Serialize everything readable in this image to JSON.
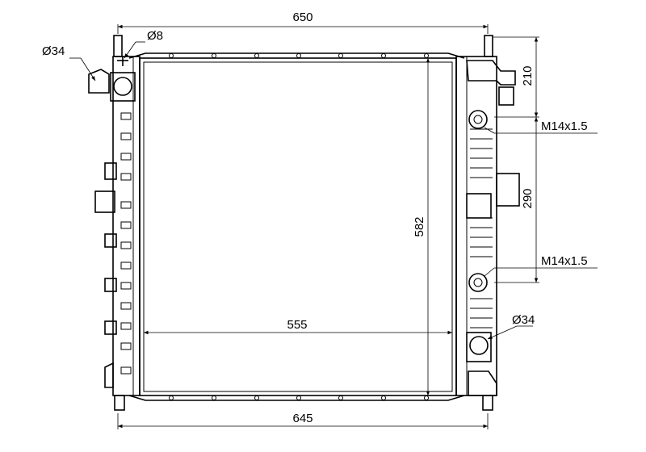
{
  "dimensions": {
    "overall_width": "650",
    "core_width": "555",
    "bottom_width": "645",
    "core_height": "582",
    "inlet_diameter": "Ø34",
    "bleed_diameter": "Ø8",
    "outlet_diameter": "Ø34",
    "top_offset": "210",
    "sensor_spacing": "290",
    "thread_upper": "M14x1.5",
    "thread_lower": "M14x1.5"
  }
}
